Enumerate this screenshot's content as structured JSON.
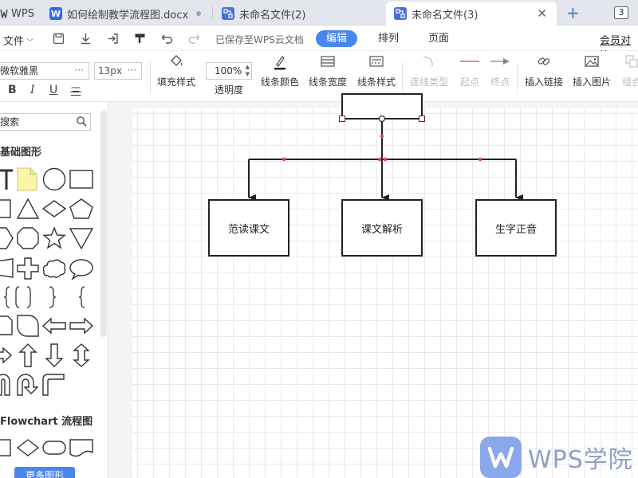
{
  "tabs": {
    "app": "WPS",
    "doc": "如何绘制教学流程图.docx",
    "file1": "未命名文件(2)",
    "file2": "未命名文件(3)",
    "count": "3"
  },
  "menu": {
    "file": "文件",
    "saved": "已保存至WPS云文档",
    "edit": "编辑",
    "arrange": "排列",
    "page": "页面",
    "vip": "会员对比"
  },
  "toolbar": {
    "font": "微软雅黑",
    "size": "13px",
    "opacity": "100%",
    "tools": {
      "fill": "填充样式",
      "opacity": "透明度",
      "line_color": "线条颜色",
      "line_width": "线条宽度",
      "line_style": "线条样式",
      "conn_type": "连线类型",
      "start": "起点",
      "end": "终点",
      "insert_link": "插入链接",
      "insert_image": "插入图片",
      "group": "组合"
    }
  },
  "panel": {
    "search_placeholder": "搜索",
    "basic": "基础图形",
    "flowchart": "Flowchart 流程图",
    "more": "更多图形"
  },
  "diagram": {
    "nodes": [
      "范读课文",
      "课文解析",
      "生字正音"
    ],
    "colors": {
      "line": "#222222",
      "selection": "#c0392b",
      "handle": "#8b1a1a"
    }
  },
  "watermark": "WPS学院",
  "accent": "#4a87ec"
}
